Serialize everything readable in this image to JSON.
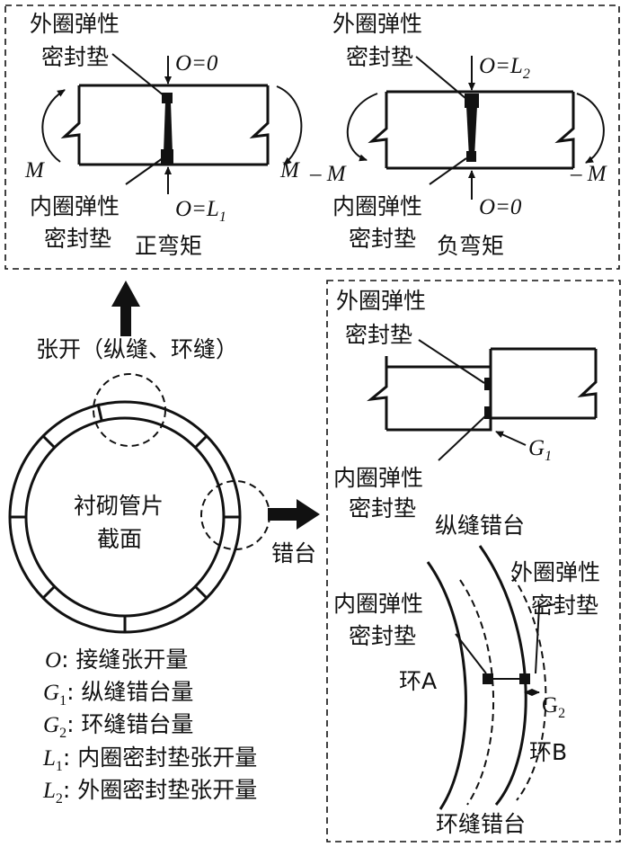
{
  "panel_positive": {
    "outer_seal_line1": "外圈弹性",
    "outer_seal_line2": "密封垫",
    "top_opening": "O=0",
    "inner_seal_line1": "内圈弹性",
    "inner_seal_line2": "密封垫",
    "bottom_opening_var": "O=L",
    "bottom_opening_sub": "1",
    "moment_left": "M",
    "moment_right": "M",
    "caption": "正弯矩"
  },
  "panel_negative": {
    "outer_seal_line1": "外圈弹性",
    "outer_seal_line2": "密封垫",
    "top_opening_var": "O=L",
    "top_opening_sub": "2",
    "inner_seal_line1": "内圈弹性",
    "inner_seal_line2": "密封垫",
    "bottom_opening": "O=0",
    "moment_left": "– M",
    "moment_right": "– M",
    "caption": "负弯矩"
  },
  "opening_label": "张开（纵缝、环缝）",
  "ring": {
    "label_line1": "衬砌管片",
    "label_line2": "截面"
  },
  "offset_label": "错台",
  "panel_longitudinal": {
    "outer_seal_line1": "外圈弹性",
    "outer_seal_line2": "密封垫",
    "inner_seal_line1": "内圈弹性",
    "inner_seal_line2": "密封垫",
    "g_var": "G",
    "g_sub": "1",
    "caption": "纵缝错台"
  },
  "panel_circumferential": {
    "outer_seal_line1": "外圈弹性",
    "outer_seal_line2": "密封垫",
    "inner_seal_line1": "内圈弹性",
    "inner_seal_line2": "密封垫",
    "ring_a": "环A",
    "ring_b": "环B",
    "g_var": "G",
    "g_sub": "2",
    "caption": "环缝错台"
  },
  "legend": [
    {
      "sym": "O",
      "sub": "",
      "text": ": 接缝张开量"
    },
    {
      "sym": "G",
      "sub": "1",
      "text": ": 纵缝错台量"
    },
    {
      "sym": "G",
      "sub": "2",
      "text": ": 环缝错台量"
    },
    {
      "sym": "L",
      "sub": "1",
      "text": ": 内圈密封垫张开量"
    },
    {
      "sym": "L",
      "sub": "2",
      "text": ": 外圈密封垫张开量"
    }
  ]
}
